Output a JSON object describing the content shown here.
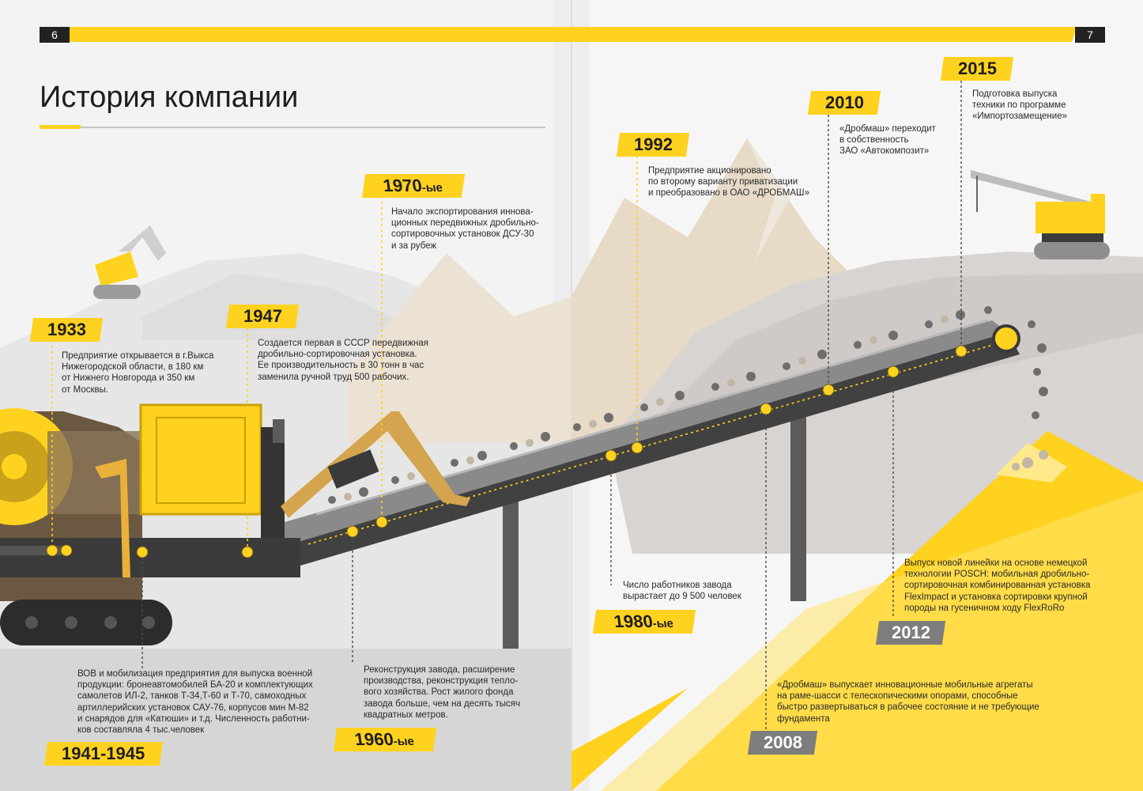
{
  "page_numbers": {
    "left": "6",
    "right": "7"
  },
  "title": "История компании",
  "colors": {
    "accent": "#ffd21f",
    "dark": "#222222",
    "gray_label": "#7d7d7d"
  },
  "events": [
    {
      "year": "1933",
      "text": "Предприятие открывается в г.Выкса\nНижегородской области, в 180 км\nот Нижнего Новгорода и 350 км\nот Москвы."
    },
    {
      "year": "1941-1945",
      "text": "ВОВ и мобилизация предприятия для выпуска военной\nпродукции: бронеавтомобилей БА-20 и комплектующих\nсамолетов ИЛ-2, танков Т-34,Т-60 и Т-70, самоходных\nартиллерийских установок САУ-76, корпусов мин М-82\nи снарядов для «Катюши» и т.д. Численность работни-\nков составляла 4 тыс.человек"
    },
    {
      "year": "1947",
      "text": "Создается первая в СССР  передвижная\nдробильно-сортировочная установка.\nЕе производительность в 30 тонн в час\nзаменила ручной труд 500 рабочих."
    },
    {
      "year_main": "1960",
      "year_suffix": "-ые",
      "text": "Реконструкция завода, расширение\nпроизводства, реконструкция тепло-\nвого хозяйства. Рост жилого фонда\nзавода больше, чем на десять тысяч\nквадратных метров."
    },
    {
      "year_main": "1970",
      "year_suffix": "-ые",
      "text": "Начало экспортирования иннова-\nционных передвижных дробильно-\nсортировочных установок ДСУ-30\nи за рубеж"
    },
    {
      "year_main": "1980",
      "year_suffix": "-ые",
      "text": "Число работников завода\nвырастает до 9 500 человек"
    },
    {
      "year": "1992",
      "text": "Предприятие акционировано\nпо второму варианту приватизации\nи преобразовано в ОАО «ДРОБМАШ»"
    },
    {
      "year": "2008",
      "text": "«Дробмаш» выпускает инновационные мобильные агрегаты\nна раме-шасси с телескопическими  опорами, способные\nбыстро развертываться в рабочее состояние и не требующие\nфундамента"
    },
    {
      "year": "2010",
      "text": "«Дробмаш» переходит\nв собственность\nЗАО «Автокомпозит»"
    },
    {
      "year": "2012",
      "text": "Выпуск новой линейки на основе немецкой\nтехнологии POSCH: мобильная дробильно-\nсортировочная комбинированная  установка\nFlexImpact и установка сортировки крупной\nпороды на гусеничном ходу FlexRoRo"
    },
    {
      "year": "2015",
      "text": "Подготовка выпуска\nтехники по программе\n«Импортозамещение»"
    }
  ]
}
